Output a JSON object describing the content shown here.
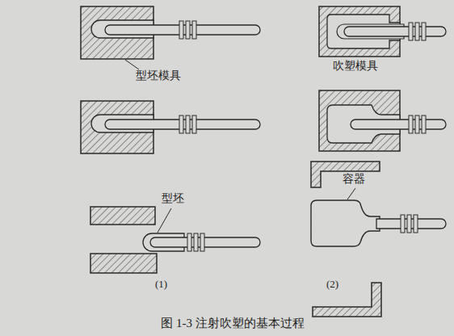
{
  "diagram": {
    "caption": "图 1-3 注射吹塑的基本过程",
    "labels": [
      "型坯模具",
      "吹塑模具",
      "型坯",
      "容器",
      "(1)",
      "(2)"
    ]
  }
}
